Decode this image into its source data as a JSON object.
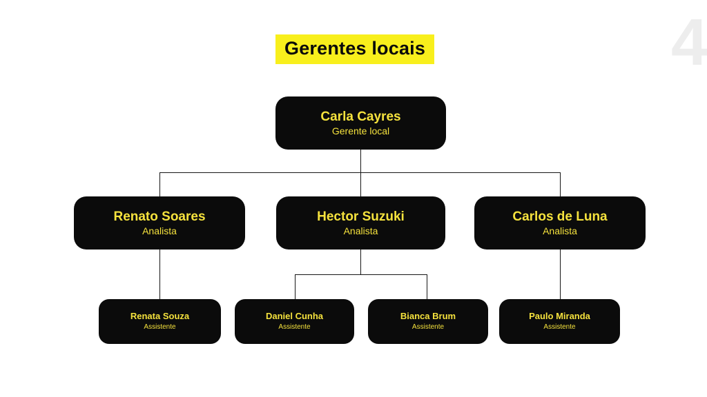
{
  "page": {
    "title": "Gerentes locais",
    "page_number": "4"
  },
  "colors": {
    "box_background": "#0b0b0b",
    "node_text_yellow": "#f5e23d",
    "title_highlight_yellow": "#f8ef1c",
    "connector_line": "#141414",
    "page_number_gray": "#ededed",
    "background": "#ffffff"
  },
  "org": {
    "root": {
      "name": "Carla Cayres",
      "role": "Gerente local"
    },
    "managers": [
      {
        "name": "Renato Soares",
        "role": "Analista",
        "reports_to": "Carla Cayres"
      },
      {
        "name": "Hector Suzuki",
        "role": "Analista",
        "reports_to": "Carla Cayres"
      },
      {
        "name": "Carlos de Luna",
        "role": "Analista",
        "reports_to": "Carla Cayres"
      }
    ],
    "assistants": [
      {
        "name": "Renata Souza",
        "role": "Assistente",
        "reports_to": "Renato Soares"
      },
      {
        "name": "Daniel Cunha",
        "role": "Assistente",
        "reports_to": "Hector Suzuki"
      },
      {
        "name": "Bianca Brum",
        "role": "Assistente",
        "reports_to": "Hector Suzuki"
      },
      {
        "name": "Paulo Miranda",
        "role": "Assistente",
        "reports_to": "Carlos de Luna"
      }
    ]
  }
}
